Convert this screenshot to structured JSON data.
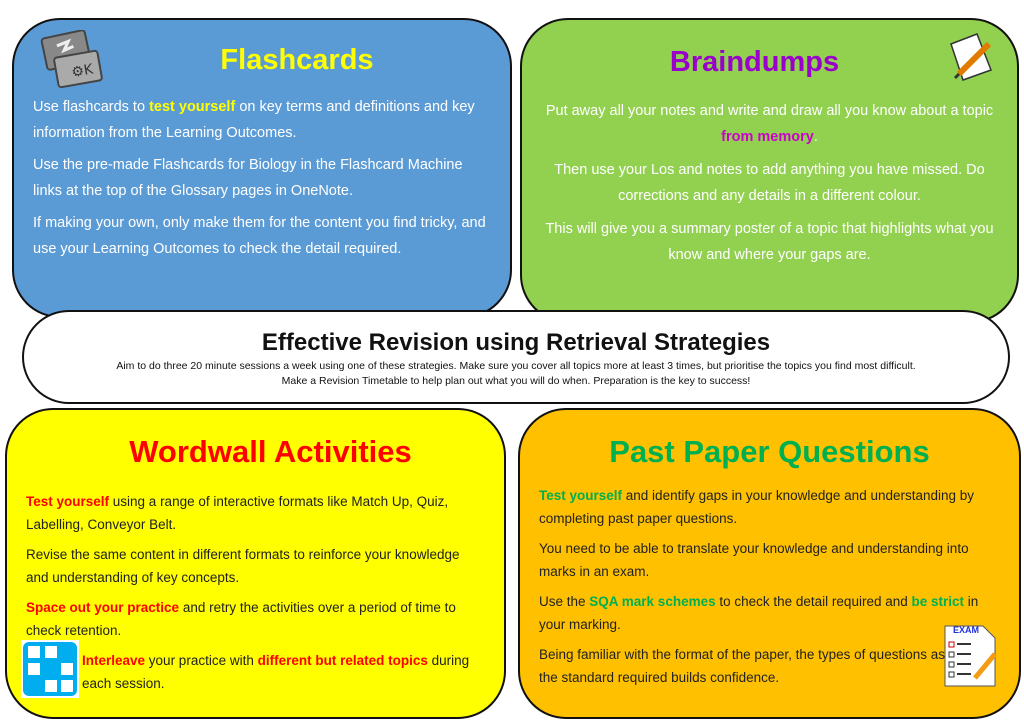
{
  "flashcards": {
    "title": "Flashcards",
    "paragraphs": [
      [
        {
          "t": "Use flashcards to "
        },
        {
          "t": "test yourself",
          "hl": true
        },
        {
          "t": " on key terms and definitions and key information from the Learning Outcomes."
        }
      ],
      [
        {
          "t": "Use the pre-made Flashcards for Biology in the Flashcard Machine links at the top of the Glossary pages in OneNote."
        }
      ],
      [
        {
          "t": "If making your own, only make them for the content you find tricky, and use your Learning Outcomes to check the detail required."
        }
      ]
    ],
    "icon": "flashcard-app-icon"
  },
  "braindumps": {
    "title": "Braindumps",
    "paragraphs": [
      [
        {
          "t": "Put away all your notes and write and draw all you know about a topic "
        },
        {
          "t": "from memory",
          "hl": true
        },
        {
          "t": "."
        }
      ],
      [
        {
          "t": "Then use your Los and notes to add anything you have missed. Do corrections and any details in a different colour."
        }
      ],
      [
        {
          "t": "This will give you a summary poster of a topic that highlights what you know and where your gaps are."
        }
      ]
    ],
    "icon": "paper-pencil-icon"
  },
  "center": {
    "title": "Effective Revision using Retrieval Strategies",
    "line1": "Aim to do three 20 minute sessions a week using one of these strategies. Make sure you cover all topics more at least 3 times, but prioritise the topics you find most difficult.",
    "line2": "Make a Revision Timetable to help plan out what you will do when. Preparation is the key to success!"
  },
  "wordwall": {
    "title": "Wordwall Activities",
    "paragraphs": [
      [
        {
          "t": "Test yourself",
          "hl": true
        },
        {
          "t": " using a range of interactive formats like Match Up, Quiz, Labelling, Conveyor Belt."
        }
      ],
      [
        {
          "t": "Revise the same content in different formats to reinforce your knowledge and understanding of key concepts."
        }
      ],
      [
        {
          "t": "Space out your practice",
          "hl": true
        },
        {
          "t": " and retry the activities over a period of time to check retention."
        }
      ],
      [
        {
          "t": "Interleave",
          "hl": true
        },
        {
          "t": " your practice with "
        },
        {
          "t": "different but related topics",
          "hl": true
        },
        {
          "t": " during each session."
        }
      ]
    ],
    "icon": "wordwall-logo-icon"
  },
  "pastpaper": {
    "title": "Past Paper Questions",
    "paragraphs": [
      [
        {
          "t": "Test yourself",
          "hl": true
        },
        {
          "t": " and identify gaps in your knowledge and understanding by completing past paper questions."
        }
      ],
      [
        {
          "t": "You need to be able to translate your knowledge and understanding into marks in an exam."
        }
      ],
      [
        {
          "t": "Use the "
        },
        {
          "t": "SQA mark schemes",
          "hl": true
        },
        {
          "t": " to check the detail required and "
        },
        {
          "t": "be strict",
          "hl": true
        },
        {
          "t": " in your marking."
        }
      ],
      [
        {
          "t": "Being familiar with the format of the paper, the types of questions asked and the standard required builds confidence."
        }
      ]
    ],
    "icon": "exam-paper-icon",
    "icon_label": "EXAM"
  }
}
